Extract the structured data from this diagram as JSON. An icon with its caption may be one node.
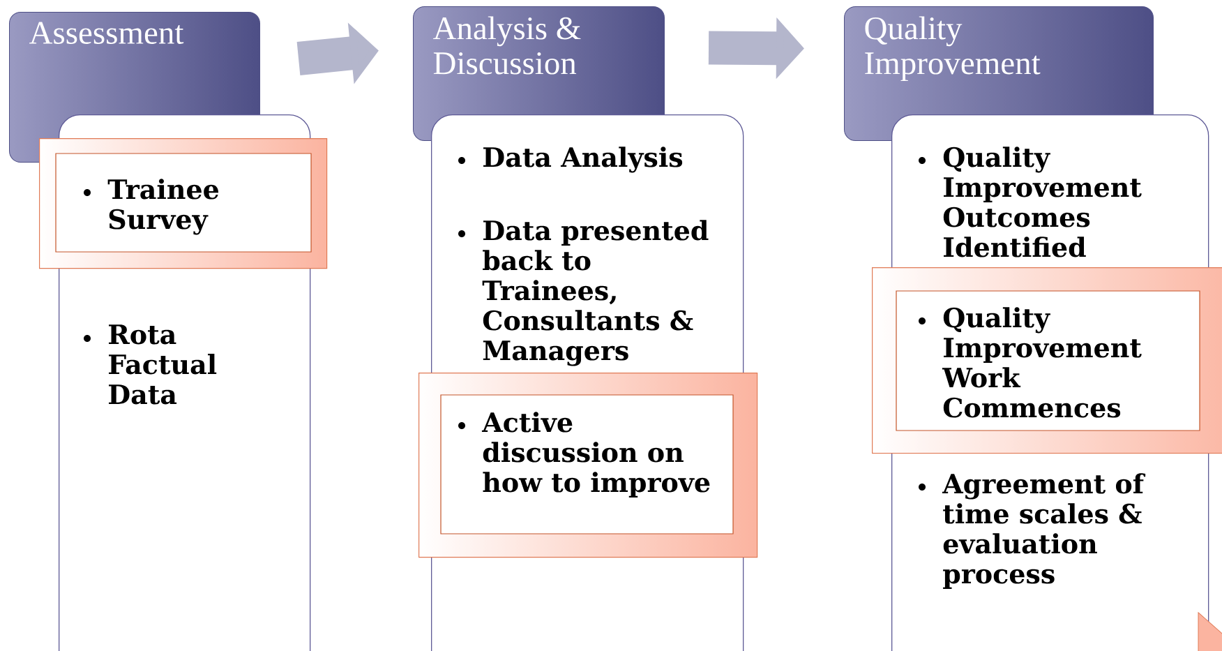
{
  "diagram": {
    "nodes": [
      {
        "text": [
          "Assessment"
        ]
      },
      {
        "text": [
          "Rota Factual Data"
        ]
      },
      {
        "text": [
          "Trainee Survey"
        ]
      },
      {
        "text": [
          "Analysis & Discussion"
        ]
      },
      {
        "text": [
          "Data Analysis",
          "Data presented back to Trainees, Consultants & Managers"
        ]
      },
      {
        "text": [
          "Active discussion on how to improve"
        ]
      },
      {
        "text": [
          "Quality Improvement"
        ]
      },
      {
        "text": [
          "Quality Improvement Outcomes Identified",
          "Agreement of time scales & evaluation process"
        ]
      },
      {
        "text": [
          "Quality Improvement Work Commences"
        ]
      }
    ],
    "edges": [
      {
        "from": 0,
        "to": 3,
        "arrow": "to"
      },
      {
        "from": 3,
        "to": 6,
        "arrow": "to"
      }
    ]
  }
}
